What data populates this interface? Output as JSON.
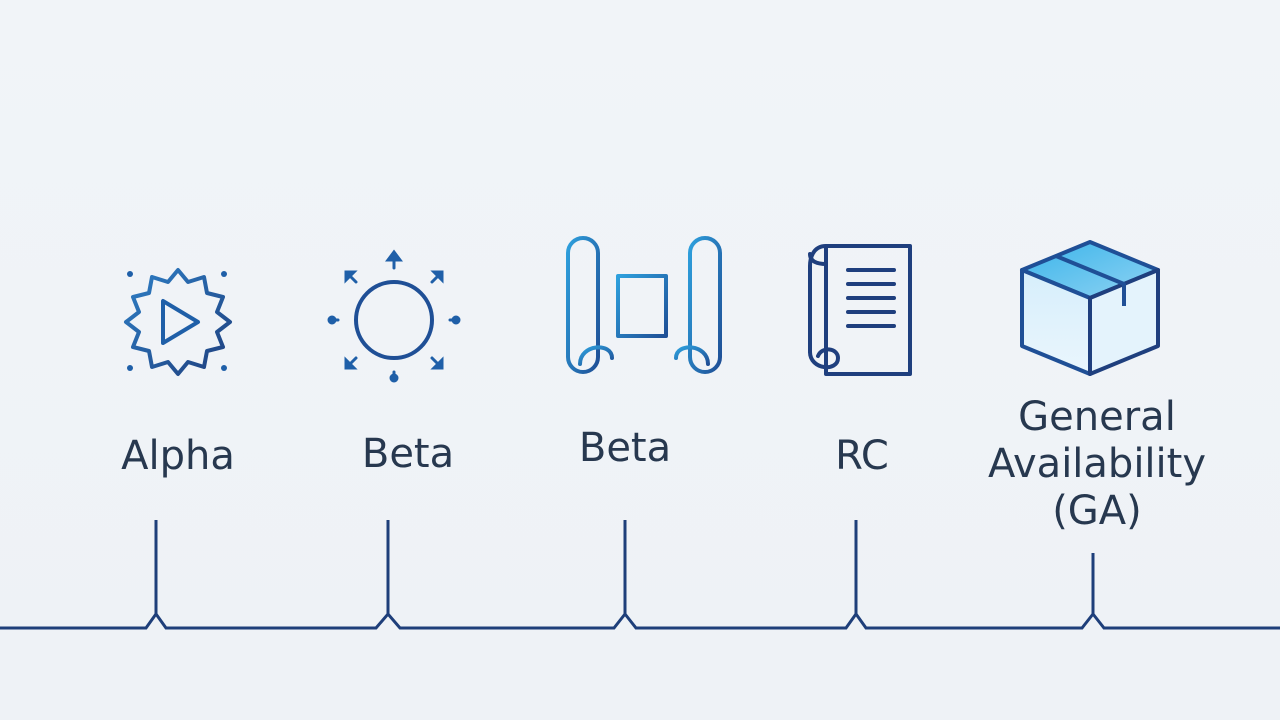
{
  "milestones": [
    {
      "label_lines": [
        "Alpha"
      ],
      "icon": "play-badge-icon"
    },
    {
      "label_lines": [
        "Beta"
      ],
      "icon": "sun-rays-icon"
    },
    {
      "label_lines": [
        "Beta"
      ],
      "icon": "blueprint-scroll-icon"
    },
    {
      "label_lines": [
        "RC"
      ],
      "icon": "document-scroll-icon"
    },
    {
      "label_lines": [
        "General",
        "Availability",
        "(GA)"
      ],
      "icon": "package-box-icon"
    }
  ],
  "colors": {
    "line": "#1e3f7a",
    "icon_dark": "#1f3f7e",
    "icon_light": "#2ea0dd",
    "text": "#27384f",
    "background": "#f0f3f7"
  }
}
